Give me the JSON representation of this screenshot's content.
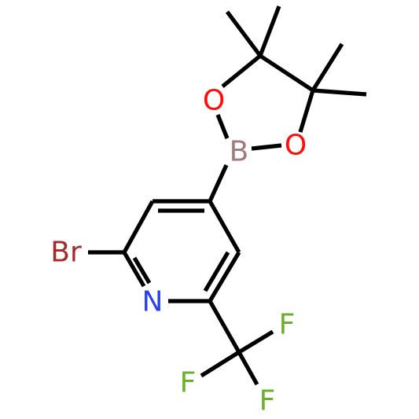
{
  "atoms": {
    "B": {
      "label": "B",
      "color": "#a27b7b"
    },
    "O1": {
      "label": "O",
      "color": "#ff0d0d"
    },
    "O2": {
      "label": "O",
      "color": "#ff0d0d"
    },
    "N": {
      "label": "N",
      "color": "#2a3ff0"
    },
    "Br": {
      "label": "Br",
      "color": "#a52a2a"
    },
    "F1": {
      "label": "F",
      "color": "#6ab02c"
    },
    "F2": {
      "label": "F",
      "color": "#6ab02c"
    },
    "F3": {
      "label": "F",
      "color": "#6ab02c"
    }
  },
  "bond_color": "#000000"
}
